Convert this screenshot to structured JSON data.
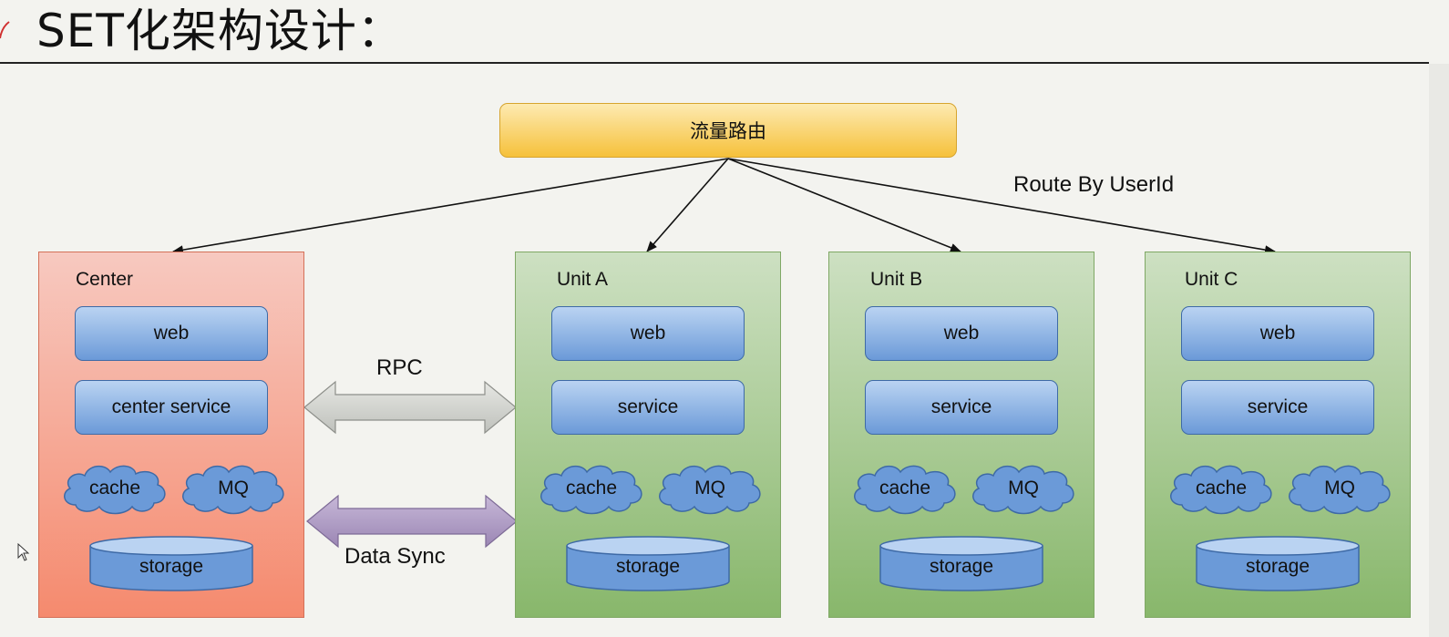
{
  "title": "SET化架构设计：",
  "router": {
    "label": "流量路由"
  },
  "route_label": "Route By UserId",
  "links": {
    "rpc": "RPC",
    "data_sync": "Data Sync"
  },
  "colors": {
    "center_fill": "#f58a6e",
    "unit_fill": "#88b76b",
    "component_fill": "#6b9ad8",
    "router_fill": "#f6c13b",
    "rpc_arrow": "#cfd1cc",
    "data_sync_arrow": "#a894bf"
  },
  "center": {
    "label": "Center",
    "web": "web",
    "service": "center service",
    "cache": "cache",
    "mq": "MQ",
    "storage": "storage"
  },
  "units": [
    {
      "label": "Unit A",
      "web": "web",
      "service": "service",
      "cache": "cache",
      "mq": "MQ",
      "storage": "storage"
    },
    {
      "label": "Unit B",
      "web": "web",
      "service": "service",
      "cache": "cache",
      "mq": "MQ",
      "storage": "storage"
    },
    {
      "label": "Unit C",
      "web": "web",
      "service": "service",
      "cache": "cache",
      "mq": "MQ",
      "storage": "storage"
    }
  ]
}
